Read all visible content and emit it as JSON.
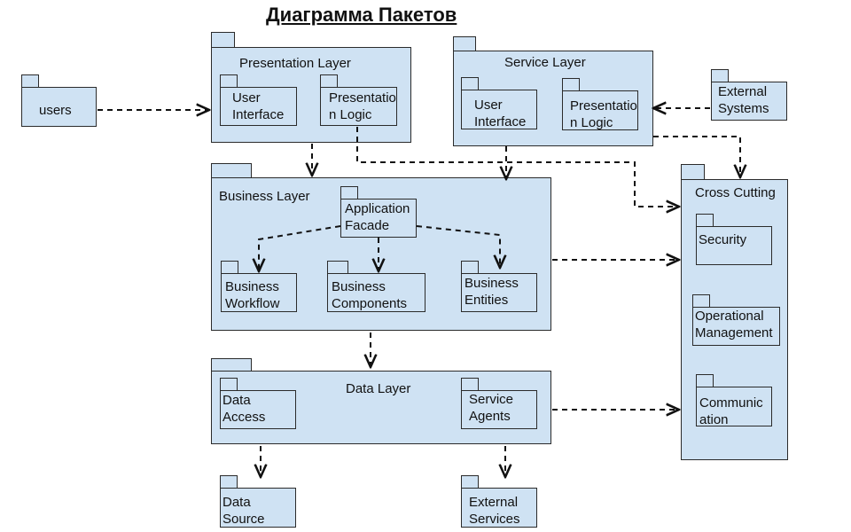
{
  "title": "Диаграмма Пакетов",
  "packages": {
    "users": "users",
    "presentation_layer": "Presentation Layer",
    "pl_user_interface": "User\nInterface",
    "pl_presentation_logic": "Presentatio\nn Logic",
    "service_layer": "Service Layer",
    "sl_user_interface": "User\nInterface",
    "sl_presentation_logic": "Presentatio\nn Logic",
    "external_systems": "External\nSystems",
    "business_layer": "Business Layer",
    "application_facade": "Application\nFacade",
    "business_workflow": "Business\nWorkflow",
    "business_components": "Business\nComponents",
    "business_entities": "Business\nEntities",
    "cross_cutting": "Cross Cutting",
    "security": "Security",
    "operational_management": "Operational\nManagement",
    "communication": "Communic\nation",
    "data_layer": "Data Layer",
    "data_access": "Data\nAccess",
    "service_agents": "Service\nAgents",
    "data_source": "Data\nSource",
    "external_services": "External\nServices"
  }
}
